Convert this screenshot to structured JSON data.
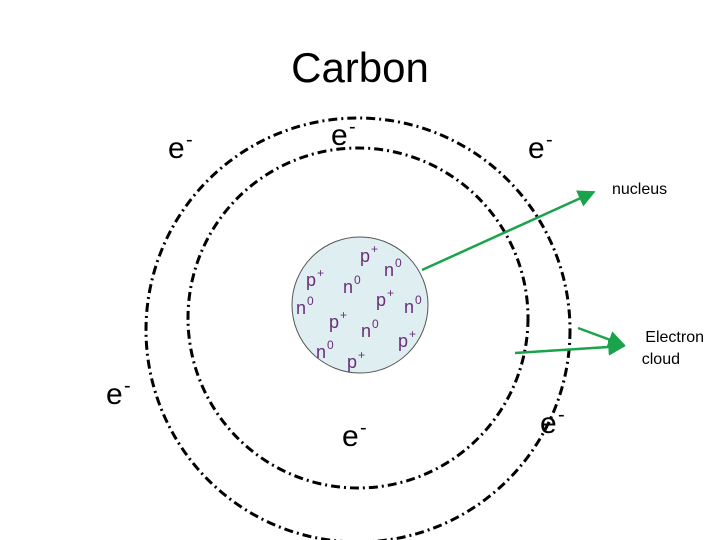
{
  "title": "Carbon",
  "electron": {
    "base": "e",
    "charge": "-"
  },
  "proton": {
    "base": "p",
    "charge": "+"
  },
  "neutron": {
    "base": "n",
    "charge": "0"
  },
  "labels": {
    "nucleus": "nucleus",
    "electron_cloud_line1": "Electron",
    "electron_cloud_line2": "cloud"
  },
  "colors": {
    "nucleus_fill": "#dfeef1",
    "particle": "#6b2d7a",
    "arrow": "#1aa34a",
    "orbit": "#000000"
  }
}
